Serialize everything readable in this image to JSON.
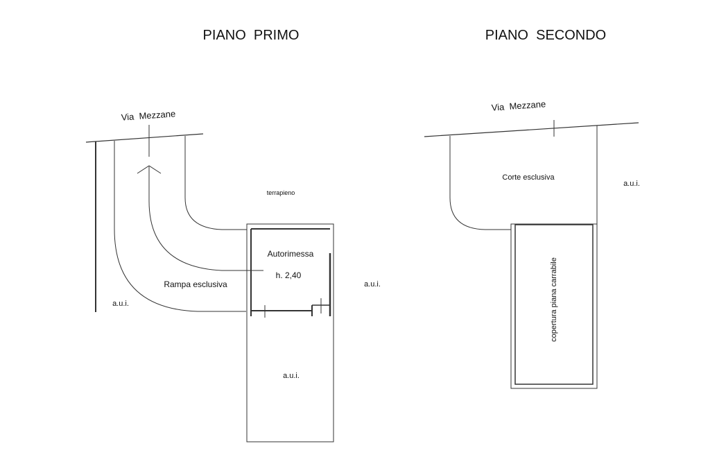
{
  "floor_plans": [
    {
      "title": "PIANO  PRIMO",
      "street": "Via  Mezzane",
      "labels": {
        "terrapieno": "terrapieno",
        "autorimessa": "Autorimessa",
        "height": "h. 2,40",
        "rampa": "Rampa esclusiva",
        "aui_left": "a.u.i.",
        "aui_right": "a.u.i.",
        "aui_bottom": "a.u.i."
      }
    },
    {
      "title": "PIANO  SECONDO",
      "street": "Via  Mezzane",
      "labels": {
        "corte": "Corte esclusiva",
        "aui_right": "a.u.i.",
        "copertura": "copertura piana carrabile"
      }
    }
  ],
  "colors": {
    "line": "#333333",
    "text": "#111111",
    "background": "#ffffff"
  }
}
